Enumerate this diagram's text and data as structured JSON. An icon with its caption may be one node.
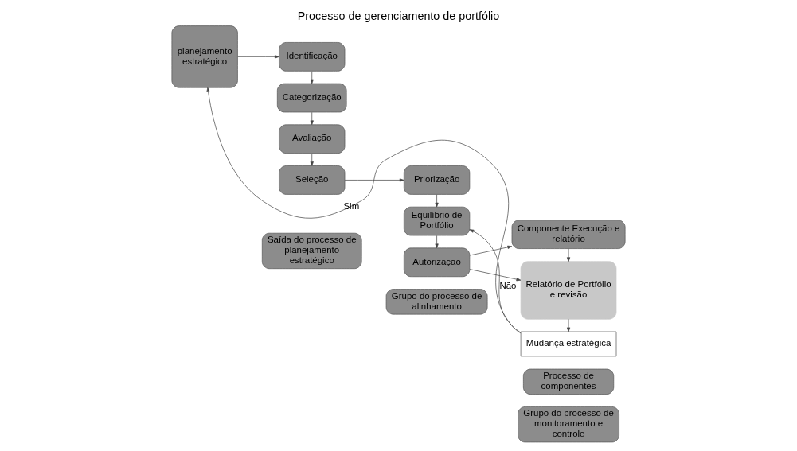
{
  "diagram": {
    "title": "Processo de gerenciamento de portfólio",
    "nodes": [
      {
        "text": [
          "Saída do processo de planejamento estratégico"
        ]
      },
      {
        "text": [
          "Grupo do processo de alinhamento"
        ]
      },
      {
        "text": [
          "Grupo do processo de monitoramento e controle"
        ]
      },
      {
        "text": [
          "Processo de componentes"
        ]
      },
      {
        "text": [
          "planejamento estratégico"
        ]
      },
      {
        "text": [
          "Identificação"
        ]
      },
      {
        "text": [
          "Categorização"
        ]
      },
      {
        "text": [
          "Avaliação"
        ]
      },
      {
        "text": [
          "Seleção"
        ]
      },
      {
        "text": [
          "Priorização"
        ]
      },
      {
        "text": [
          "Equilíbrio de Portfólio"
        ]
      },
      {
        "text": [
          "Autorização"
        ]
      },
      {
        "text": [
          "Componente Execução e relatório"
        ]
      },
      {
        "text": [
          "Relatório de Portfólio e revisão"
        ]
      },
      {
        "text": [
          "Mudança estratégica"
        ]
      }
    ],
    "edges": [
      {
        "from": 4,
        "to": 5,
        "arrow": "to"
      },
      {
        "from": 5,
        "to": 6,
        "arrow": "to"
      },
      {
        "from": 6,
        "to": 7,
        "arrow": "to"
      },
      {
        "from": 7,
        "to": 8,
        "arrow": "to"
      },
      {
        "from": 8,
        "to": 9,
        "arrow": "to"
      },
      {
        "from": 9,
        "to": 10,
        "arrow": "to"
      },
      {
        "from": 10,
        "to": 11,
        "arrow": "to"
      },
      {
        "from": 11,
        "to": 12,
        "arrow": "to"
      },
      {
        "from": 11,
        "to": 13,
        "arrow": "to"
      },
      {
        "from": 12,
        "to": 13,
        "arrow": "to"
      },
      {
        "from": 13,
        "to": 14,
        "arrow": "to"
      },
      {
        "from": 14,
        "to": 10,
        "arrow": "to",
        "label": "Não"
      },
      {
        "from": 14,
        "to": 4,
        "arrow": "to",
        "label": "Sim"
      }
    ]
  }
}
